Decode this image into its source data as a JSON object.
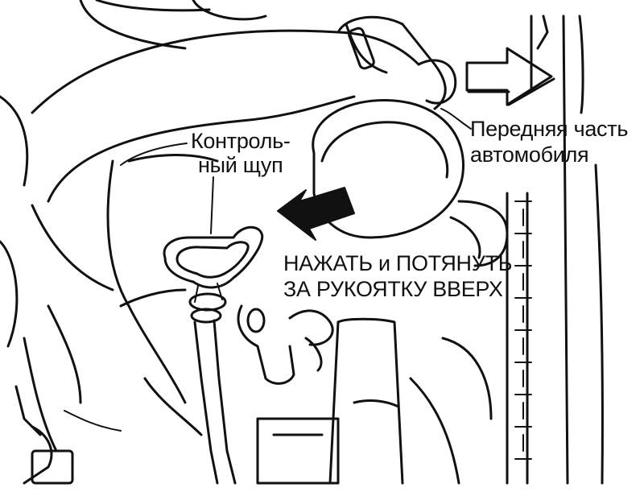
{
  "labels": {
    "dipstick": [
      "Контроль-",
      "ный щуп"
    ],
    "front": [
      "Передняя часть",
      "автомобиля"
    ],
    "press": [
      "НАЖАТЬ и ПОТЯНУТЬ",
      "ЗА РУКОЯТКУ ВВЕРХ"
    ]
  },
  "colors": {
    "line": "#111111",
    "background": "#ffffff"
  }
}
